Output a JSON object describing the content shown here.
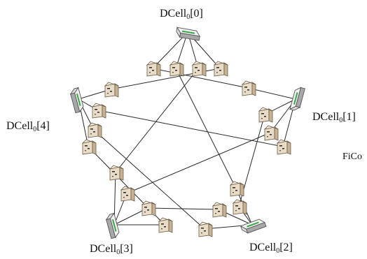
{
  "figure": {
    "caption_fragment": "FiCo",
    "cells": [
      {
        "id": "dcell0",
        "prefix": "DCell",
        "subscript": "0",
        "suffix": "[0]"
      },
      {
        "id": "dcell1",
        "prefix": "DCell",
        "subscript": "0",
        "suffix": "[1]"
      },
      {
        "id": "dcell2",
        "prefix": "DCell",
        "subscript": "0",
        "suffix": "[2]"
      },
      {
        "id": "dcell3",
        "prefix": "DCell",
        "subscript": "0",
        "suffix": "[3]"
      },
      {
        "id": "dcell4",
        "prefix": "DCell",
        "subscript": "0",
        "suffix": "[4]"
      }
    ],
    "colors": {
      "link": "#2a2a2a",
      "server_face": "#e9dcc6",
      "server_side": "#c7b394",
      "server_top": "#f6eee0",
      "switch_body": "#dcdcdc",
      "switch_side": "#a8a8a8",
      "switch_accent": "#3aa64a"
    },
    "icons": {
      "server": "server-icon",
      "switch": "switch-icon"
    }
  }
}
